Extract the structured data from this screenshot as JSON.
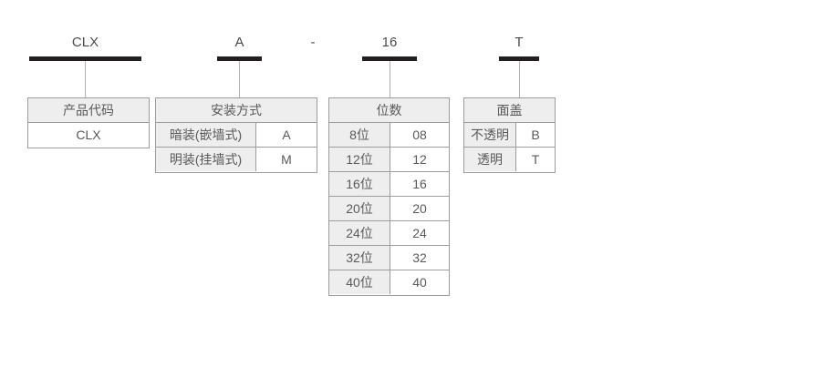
{
  "model_code": {
    "parts": [
      {
        "code": "CLX"
      },
      {
        "code": "A"
      },
      {
        "code": "16"
      },
      {
        "code": "T"
      }
    ],
    "separator": "-"
  },
  "tables": [
    {
      "id": "product-code",
      "header": "产品代码",
      "rows": [
        [
          "CLX"
        ]
      ]
    },
    {
      "id": "mounting",
      "header": "安装方式",
      "rows": [
        [
          "暗装(嵌墙式)",
          "A"
        ],
        [
          "明装(挂墙式)",
          "M"
        ]
      ]
    },
    {
      "id": "positions",
      "header": "位数",
      "rows": [
        [
          "8位",
          "08"
        ],
        [
          "12位",
          "12"
        ],
        [
          "16位",
          "16"
        ],
        [
          "20位",
          "20"
        ],
        [
          "24位",
          "24"
        ],
        [
          "32位",
          "32"
        ],
        [
          "40位",
          "40"
        ]
      ]
    },
    {
      "id": "cover",
      "header": "面盖",
      "rows": [
        [
          "不透明",
          "B"
        ],
        [
          "透明",
          "T"
        ]
      ]
    }
  ],
  "colors": {
    "bar": "#231f20",
    "border": "#9c9c9c",
    "shade": "#efeeee",
    "text": "#58595b",
    "label_text": "#4b4b4d",
    "line": "#b0b0b0"
  }
}
